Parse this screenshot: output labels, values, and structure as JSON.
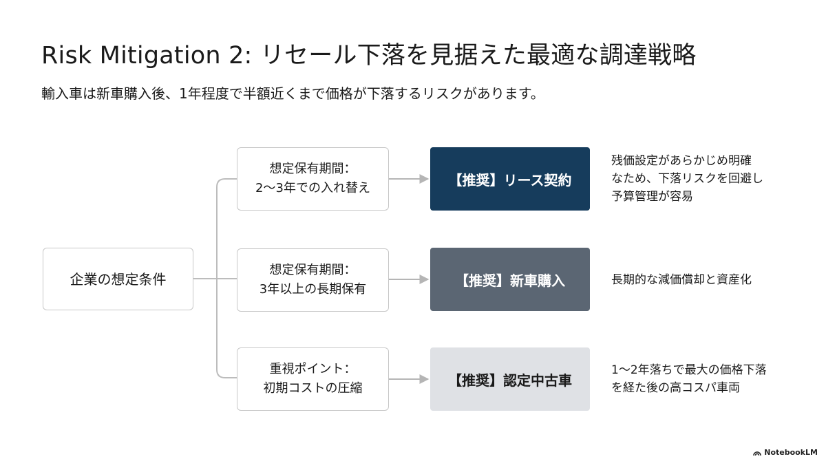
{
  "title": "Risk Mitigation 2: リセール下落を見据えた最適な調達戦略",
  "subtitle": "輸入車は新車購入後、1年程度で半額近くまで価格が下落するリスクがあります。",
  "root": {
    "label": "企業の想定条件"
  },
  "branches": [
    {
      "condition": [
        "想定保有期間：",
        "2〜3年での入れ替え"
      ],
      "recommendation": "【推奨】リース契約",
      "note": [
        "残価設定があらかじめ明確",
        "なため、下落リスクを回避し",
        "予算管理が容易"
      ]
    },
    {
      "condition": [
        "想定保有期間：",
        "3年以上の長期保有"
      ],
      "recommendation": "【推奨】新車購入",
      "note": [
        "長期的な減価償却と資産化"
      ]
    },
    {
      "condition": [
        "重視ポイント：",
        "初期コストの圧縮"
      ],
      "recommendation": "【推奨】認定中古車",
      "note": [
        "1〜2年落ちで最大の価格下落",
        "を経た後の高コスパ車両"
      ]
    }
  ],
  "colors": {
    "rec1": "#163c5c",
    "rec2": "#5b6673",
    "rec3": "#dfe1e5",
    "connector": "#b5b5b5"
  },
  "footer": {
    "brand": "NotebookLM",
    "icon": "notebooklm-logo-icon"
  }
}
